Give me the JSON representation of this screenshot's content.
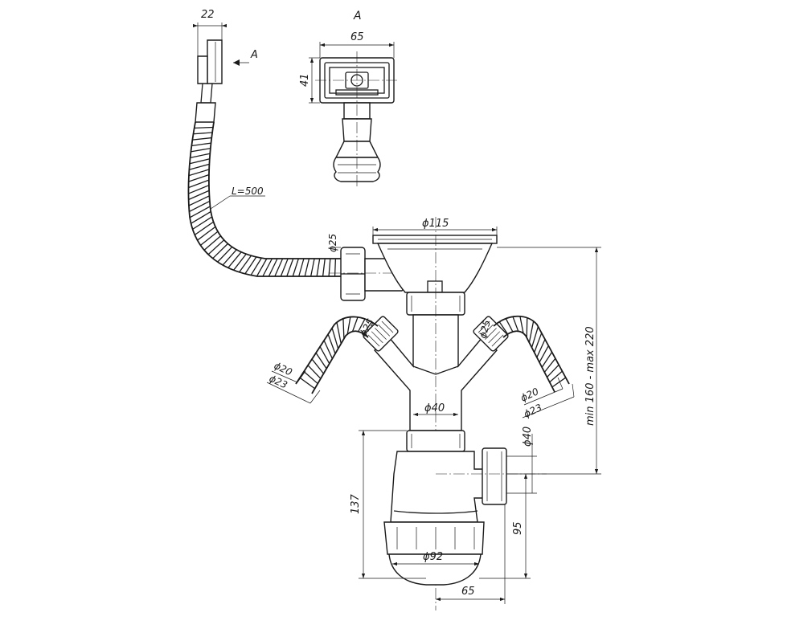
{
  "view_label": "A",
  "arrow_label": "A",
  "top_width": "22",
  "view_width": "65",
  "view_height": "41",
  "hose_length": "L=500",
  "overflow_dia": "ϕ25",
  "bowl_dia": "ϕ115",
  "left_inlet_dia": "ϕ25",
  "right_inlet_dia": "ϕ25",
  "left_hose_inner": "ϕ20",
  "left_hose_outer": "ϕ23",
  "right_hose_inner": "ϕ20",
  "right_hose_outer": "ϕ23",
  "pipe_dia": "ϕ40",
  "outlet_dia": "ϕ40",
  "total_height": "min 160 - max 220",
  "trap_height": "137",
  "outlet_height": "95",
  "trap_dia": "ϕ92",
  "outlet_offset": "65"
}
